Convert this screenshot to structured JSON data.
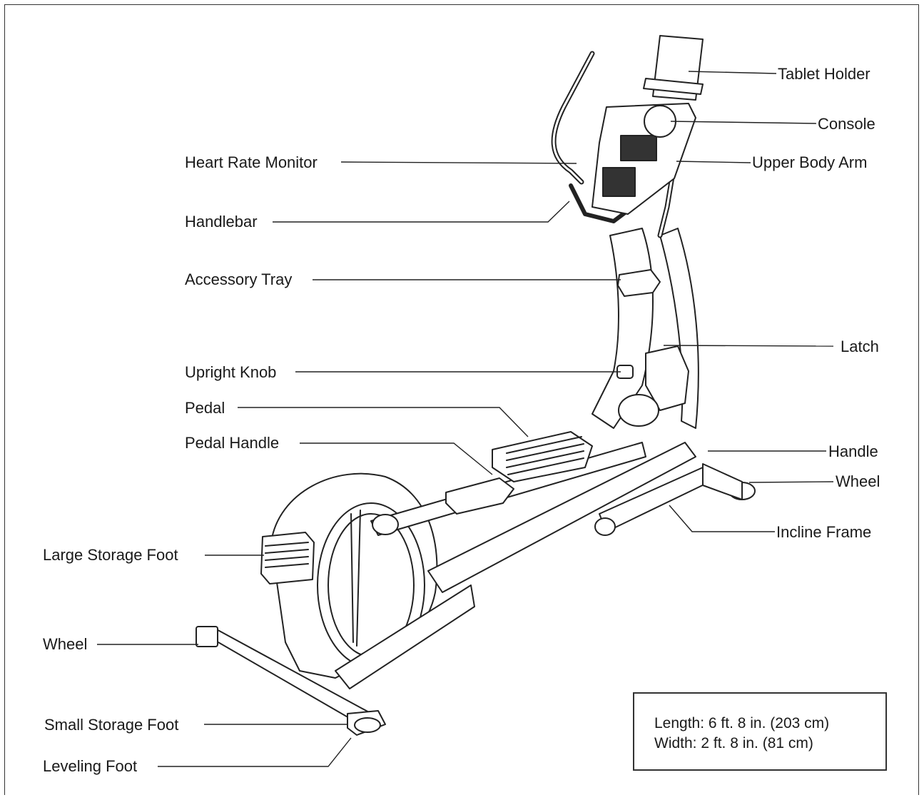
{
  "labels": {
    "tablet_holder": "Tablet Holder",
    "console": "Console",
    "upper_body_arm": "Upper Body Arm",
    "heart_rate_monitor": "Heart Rate Monitor",
    "handlebar": "Handlebar",
    "accessory_tray": "Accessory Tray",
    "latch": "Latch",
    "upright_knob": "Upright Knob",
    "pedal": "Pedal",
    "pedal_handle": "Pedal Handle",
    "handle": "Handle",
    "wheel_right": "Wheel",
    "incline_frame": "Incline Frame",
    "large_storage_foot": "Large Storage Foot",
    "wheel_left": "Wheel",
    "small_storage_foot": "Small Storage Foot",
    "leveling_foot": "Leveling Foot"
  },
  "dimensions": {
    "length": "Length: 6 ft. 8 in. (203 cm)",
    "width": "Width:  2 ft. 8 in. (81 cm)"
  }
}
